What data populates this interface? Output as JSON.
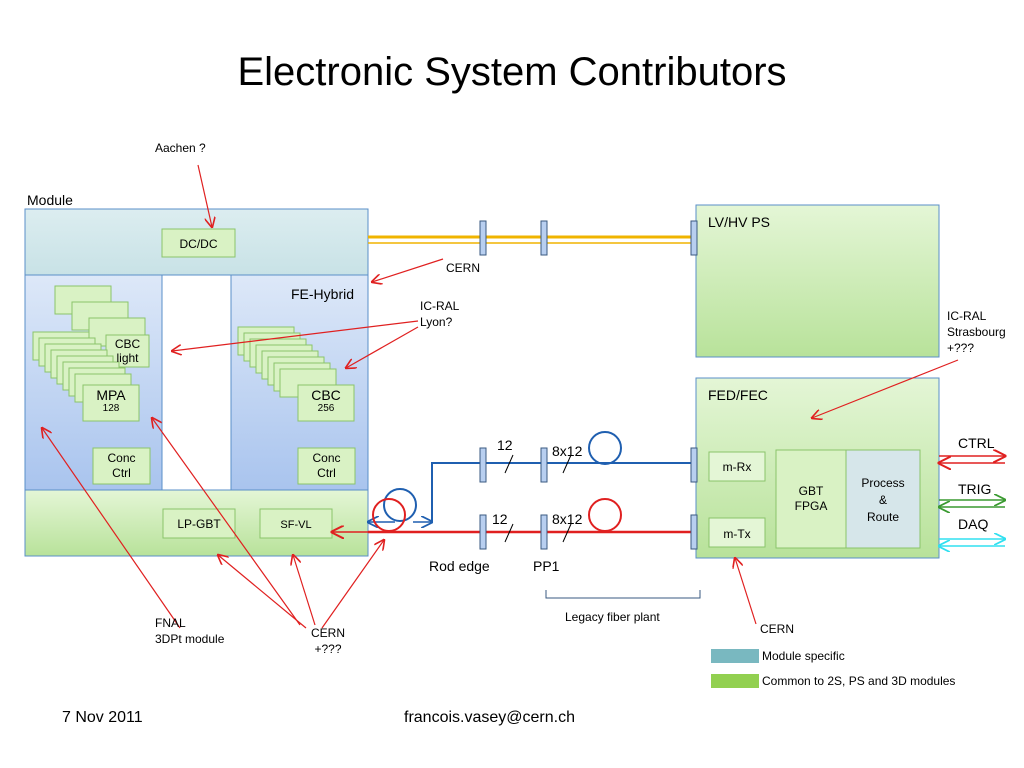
{
  "slide": {
    "title": "Electronic System Contributors",
    "date": "7 Nov 2011",
    "email": "francois.vasey@cern.ch"
  },
  "module": {
    "label": "Module",
    "dcdc": "DC/DC",
    "fe_hybrid": "FE-Hybrid",
    "cbc_light": [
      "CBC",
      "light"
    ],
    "mpa": [
      "MPA",
      "128"
    ],
    "cbc256": [
      "CBC",
      "256"
    ],
    "conc_ctrl_left": [
      "Conc",
      "Ctrl"
    ],
    "conc_ctrl_right": [
      "Conc",
      "Ctrl"
    ],
    "lp_gbt": "LP-GBT",
    "sf_vl": "SF-VL"
  },
  "offdetector": {
    "lv_hv_ps": "LV/HV PS",
    "fed_fec": "FED/FEC",
    "m_rx": "m-Rx",
    "m_tx": "m-Tx",
    "gbt_fpga": [
      "GBT",
      "FPGA"
    ],
    "process_route": [
      "Process",
      "&",
      "Route"
    ]
  },
  "fiber": {
    "count_top": "12",
    "count_bottom": "12",
    "ribbon_top": "8x12",
    "ribbon_bottom": "8x12",
    "rod_edge": "Rod edge",
    "pp1": "PP1",
    "legacy": "Legacy fiber plant"
  },
  "signals": {
    "ctrl": "CTRL",
    "trig": "TRIG",
    "daq": "DAQ"
  },
  "contributors": {
    "aachen": "Aachen ?",
    "cern_ps": "CERN",
    "ic_ral_lyon": [
      "IC-RAL",
      "Lyon?"
    ],
    "ic_ral_strasbourg": [
      "IC-RAL",
      "Strasbourg",
      "+???"
    ],
    "fnal": [
      "FNAL",
      "3DPt module"
    ],
    "cern_plus": [
      "CERN",
      "+???"
    ],
    "cern_fed": "CERN"
  },
  "legend": {
    "module_specific": "Module specific",
    "common": "Common to 2S, PS and 3D modules"
  },
  "colors": {
    "module_specific": "#79b8c0",
    "common": "#92d050",
    "block_green": "#d9f2c4",
    "block_blue": "#b8cff0",
    "uplink": "#1f5fb0",
    "downlink": "#e02020",
    "power": "#f0b400",
    "daq": "#30e0f0",
    "trig": "#3a9a30",
    "arrow": "#e02020"
  }
}
